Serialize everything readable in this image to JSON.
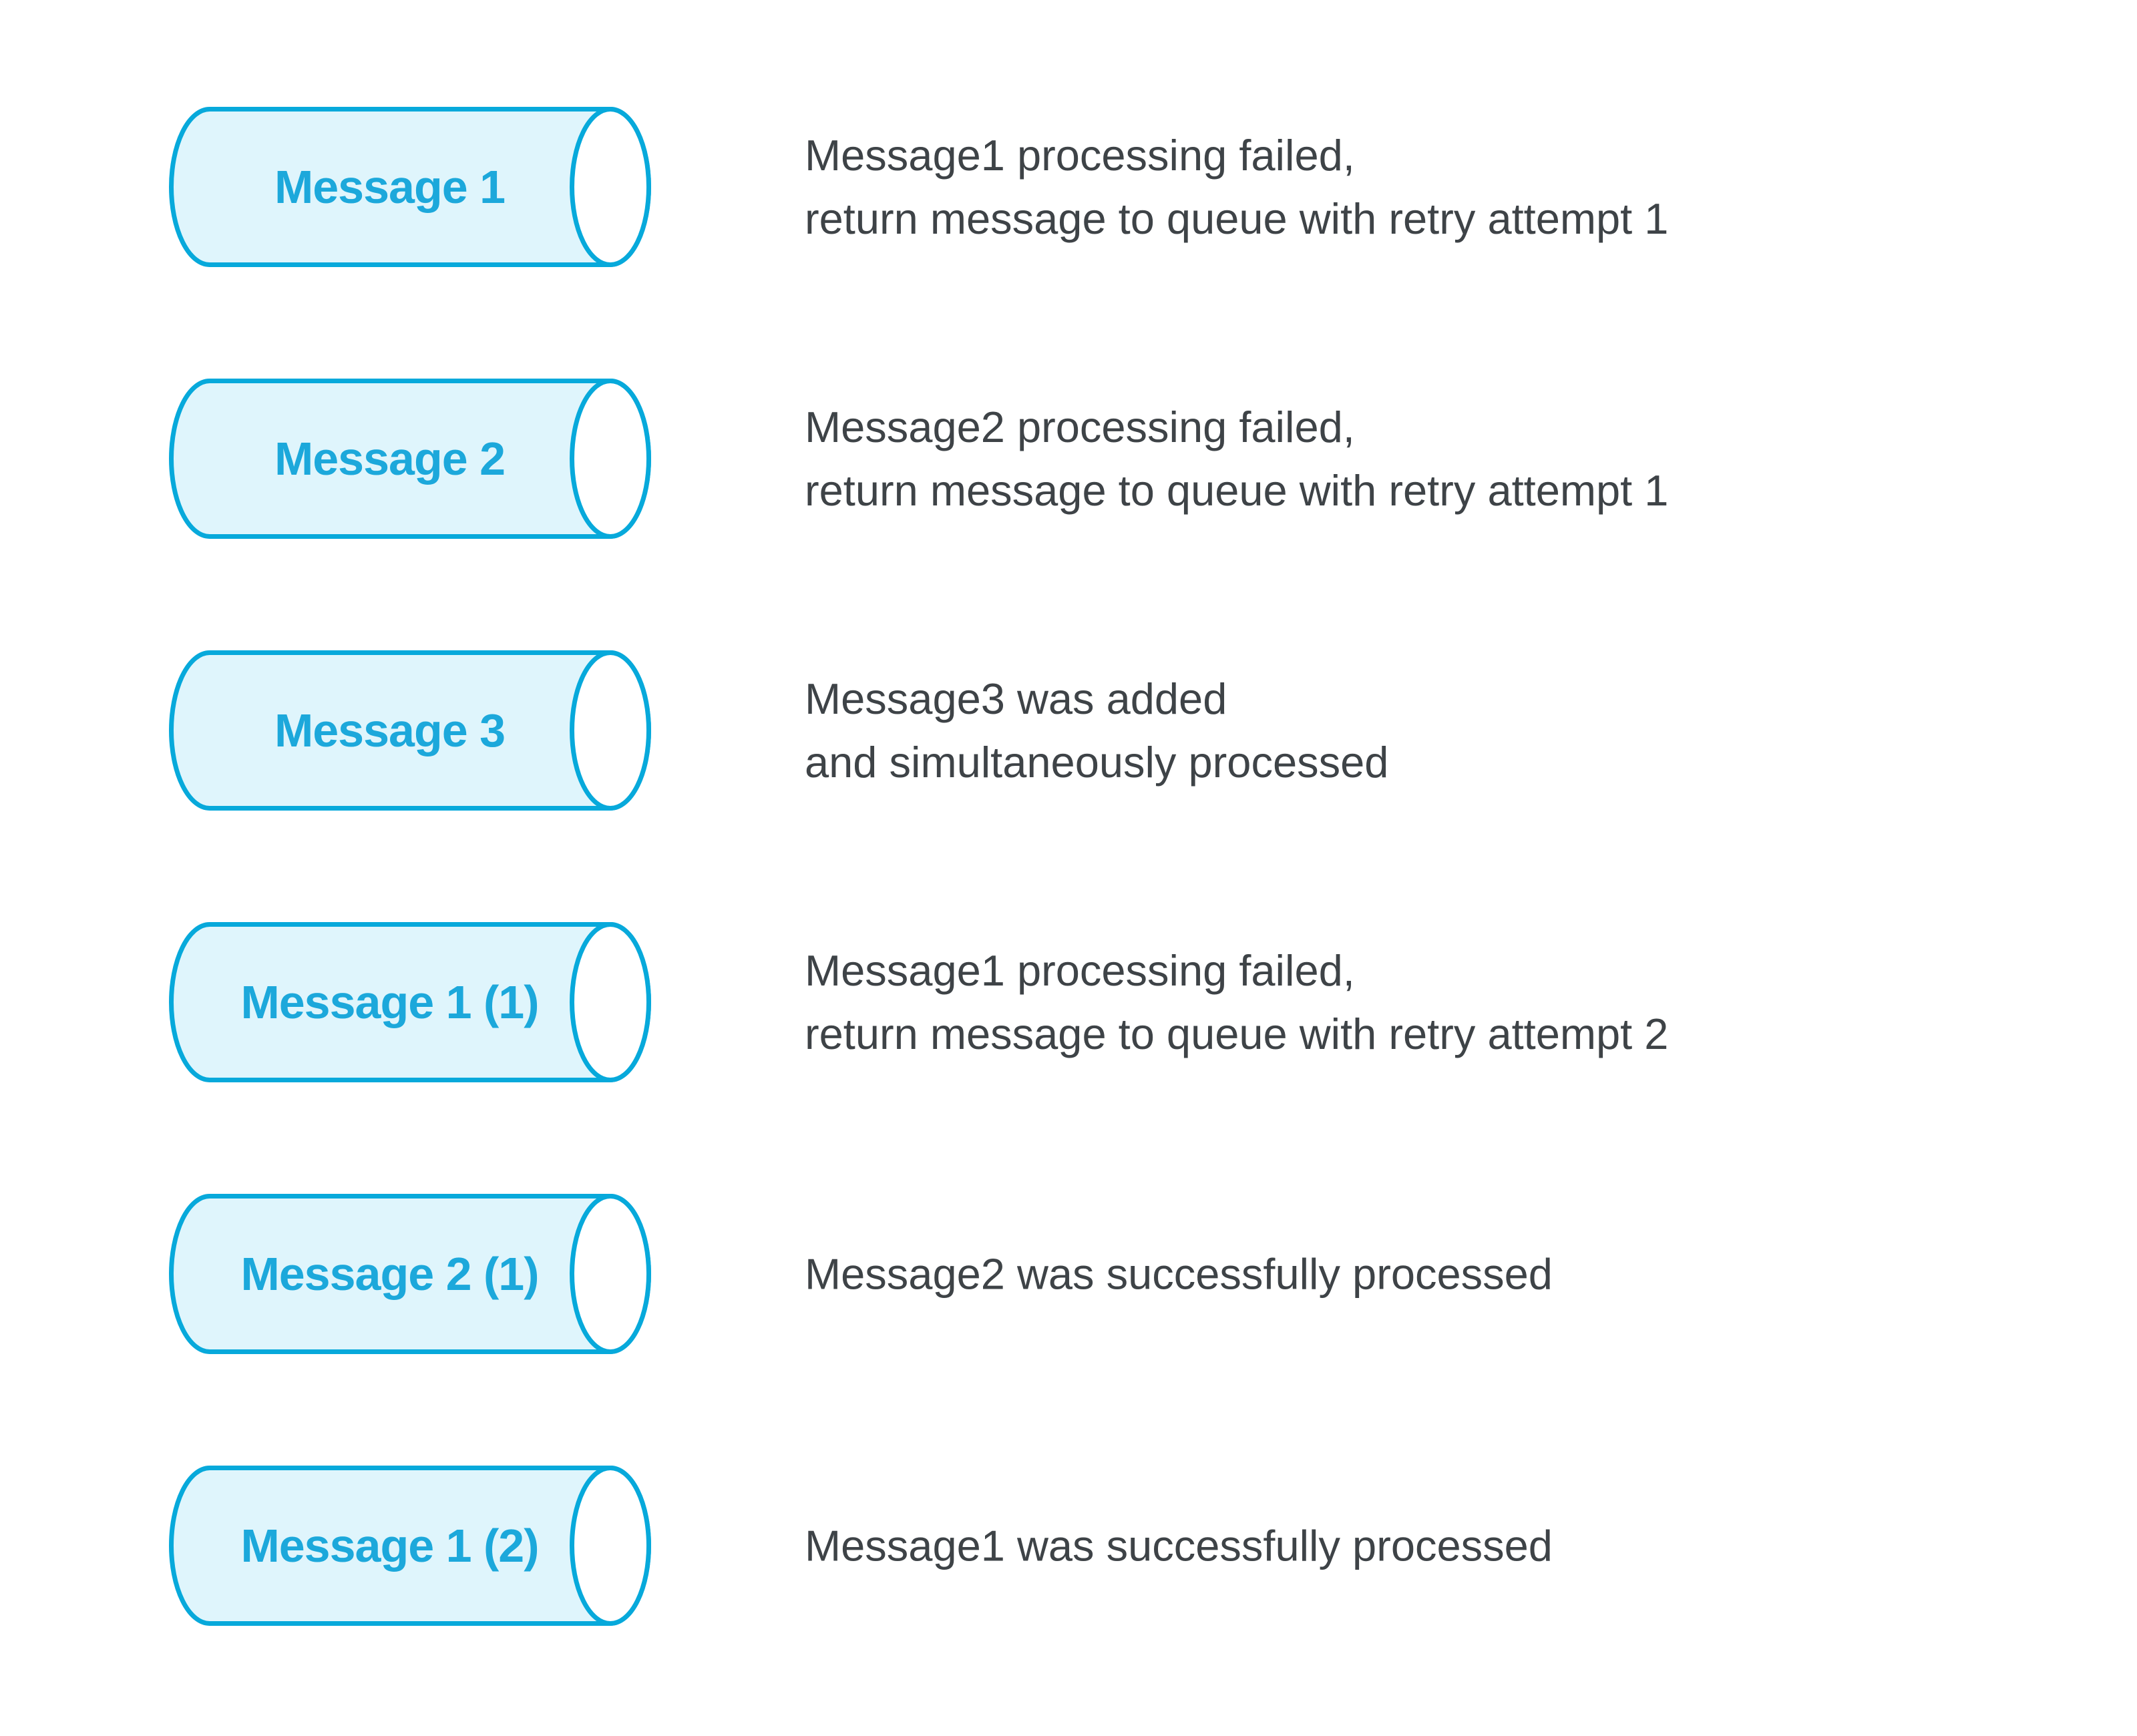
{
  "theme": {
    "queue_fill": "#DFF5FC",
    "queue_stroke": "#07A9DB",
    "label_color": "#1CA8DB",
    "text_color": "#3E4347",
    "bg_color": "#FFFFFF"
  },
  "rows": [
    {
      "label": "Message 1",
      "lines": [
        "Message1 processing failed,",
        "return message to queue with retry attempt 1"
      ]
    },
    {
      "label": "Message 2",
      "lines": [
        "Message2 processing failed,",
        "return message to queue with retry attempt 1"
      ]
    },
    {
      "label": "Message 3",
      "lines": [
        "Message3 was added",
        "and simultaneously processed"
      ]
    },
    {
      "label": "Message 1 (1)",
      "lines": [
        "Message1 processing failed,",
        "return message to queue with retry attempt 2"
      ]
    },
    {
      "label": "Message 2 (1)",
      "lines": [
        "Message2 was successfully processed"
      ]
    },
    {
      "label": "Message 1 (2)",
      "lines": [
        "Message1 was successfully processed"
      ]
    }
  ]
}
